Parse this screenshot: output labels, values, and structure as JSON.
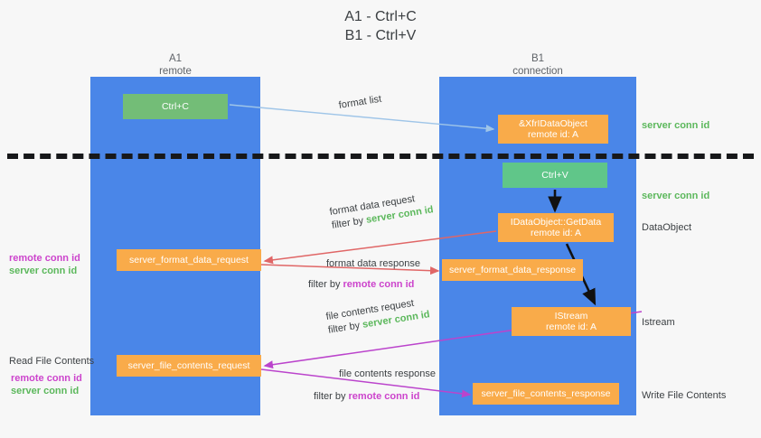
{
  "title": {
    "line1": "A1 - Ctrl+C",
    "line2": "B1 - Ctrl+V"
  },
  "lanes": [
    {
      "id": "A1",
      "name": "A1",
      "role": "remote",
      "color": "#4a86e8"
    },
    {
      "id": "B1",
      "name": "B1",
      "role": "connection",
      "color": "#4a86e8"
    }
  ],
  "nodes": {
    "ctrl_c": {
      "line1": "Ctrl+C",
      "color": "#73bd77"
    },
    "ctrl_v": {
      "line1": "Ctrl+V",
      "color": "#60c689"
    },
    "idataobject": {
      "line1": "&XfrIDataObject",
      "line2": "remote id: A",
      "color": "#f9ab4a"
    },
    "getdata": {
      "line1": "IDataObject::GetData",
      "line2": "remote id: A",
      "color": "#f9ab4a"
    },
    "istream": {
      "line1": "IStream",
      "line2": "remote id: A",
      "color": "#f9ab4a"
    },
    "format_data_request": {
      "line1": "server_format_data_request",
      "color": "#f9ab4a"
    },
    "format_data_response": {
      "line1": "server_format_data_response",
      "color": "#f9ab4a"
    },
    "file_contents_request": {
      "line1": "server_file_contents_request",
      "color": "#f9ab4a"
    },
    "file_contents_response": {
      "line1": "server_file_contents_response",
      "color": "#f9ab4a"
    }
  },
  "edges": {
    "format_list": {
      "label": "format list",
      "color": "#9fc5e8"
    },
    "format_data_request": {
      "label": "format data request",
      "filter_prefix": "filter by ",
      "filter_value": "server conn id",
      "filter_color": "#5cb85c",
      "color": "#e06666"
    },
    "format_data_response": {
      "label": "format data response",
      "filter_prefix": "filter by ",
      "filter_value": "remote conn id",
      "filter_color": "#cc44cc",
      "color": "#e06666"
    },
    "file_contents_request": {
      "label": "file contents request",
      "filter_prefix": "filter by ",
      "filter_value": "server conn id",
      "filter_color": "#5cb85c",
      "color": "#bb44cc"
    },
    "file_contents_response": {
      "label": "file contents response",
      "filter_prefix": "filter by ",
      "filter_value": "remote conn id",
      "filter_color": "#cc44cc",
      "color": "#bb44cc"
    }
  },
  "annotations": {
    "right_top_server_conn": "server conn id",
    "right_mid_server_conn": "server conn id",
    "right_dataobject": "DataObject",
    "right_istream": "Istream",
    "right_write_file_contents": "Write File Contents",
    "left_remote_conn": "remote conn id",
    "left_server_conn": "server conn id",
    "left_read_file_contents": "Read File Contents",
    "left_remote_conn_2": "remote conn id",
    "left_server_conn_2": "server conn id"
  }
}
